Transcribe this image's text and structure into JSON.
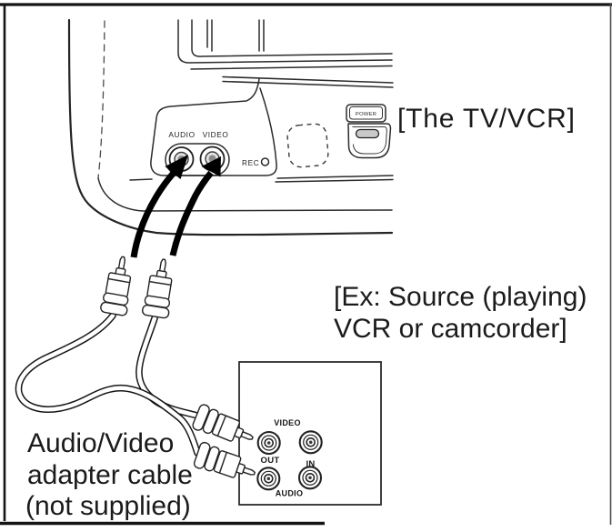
{
  "colors": {
    "ink": "#1b1b1b",
    "line_art": "#2b2b2b",
    "arrow_black": "#000000",
    "background": "#ffffff",
    "power_slot_fill": "#c9c9c9",
    "jack_inner_gray": "#8a8a8a"
  },
  "tv_vcr": {
    "caption": "[The TV/VCR]",
    "audio_jack_label": "AUDIO",
    "video_jack_label": "VIDEO",
    "rec_label": "REC",
    "power_label": "POWER"
  },
  "source_device": {
    "caption_line1": "[Ex: Source (playing)",
    "caption_line2": "VCR or camcorder]",
    "video_label": "VIDEO",
    "out_label": "OUT",
    "in_label": "IN",
    "audio_label": "AUDIO"
  },
  "adapter_cable": {
    "caption_line1": "Audio/Video",
    "caption_line2": "adapter cable",
    "caption_line3": "(not supplied)"
  }
}
